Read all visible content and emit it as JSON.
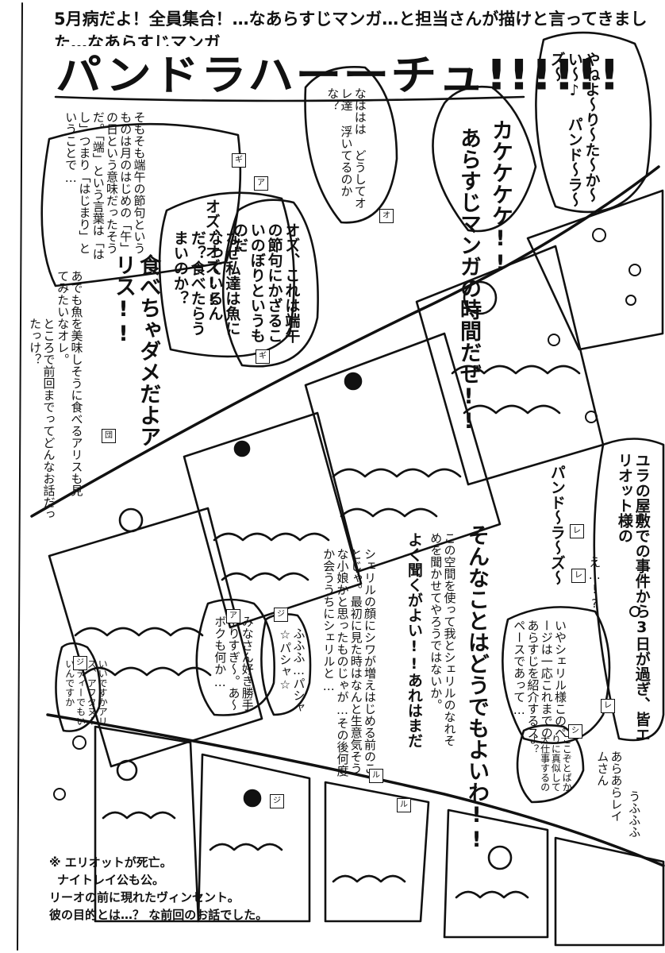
{
  "header": {
    "line": "5月病だよ！全員集合！…なあらすじマンガ…と担当さんが描けと言ってきました…なあらすじマンガ",
    "title": "パンドラハーーチュ!!!!!!"
  },
  "bubbles": {
    "intro_title": "カケケケケ!!",
    "intro_body": "あらすじマンガの時間だぜ!!",
    "yanne": "やねよ〜り〜た〜か〜い〜♪ パンド〜ラ〜ズ〜",
    "oz_question": "なははは どうしてオレ達 浮いてるのかな？",
    "alice_explain": "そもそも端午の節句というものは月のはじめの「午」の日という意味だったそうだ。「端」という言葉は「はし」つまり「はじまり」ということで…",
    "oz_ozu": "オズ、オズ!!",
    "oz_koinobori": "オズ、これは端午の節句にかざるこいのぼりというものだ",
    "why_fish": "なぜ私達は魚になっているんだ？食べたらうまいのか？",
    "alice_eat": "食べちゃダメだよアリス!!",
    "fish_delicious": "あでも魚を美味しそうに食べるアリスも見てみたいなオレ。",
    "last_time": "ところで前回までってどんなお話だったっけ？",
    "pandora_chorus": "パンド〜ラ〜ズ〜",
    "tonna": "そんなことはどうでもよいわ!!",
    "use_space": "この空間を使って我とシェリルのなれそめを聞かせてやろうではないか。",
    "listen": "よく聞くがよい!!あれはまだ",
    "story": "シェリルの顔にシワが増えはじめる前のことじゃ。最初に見た時はなんと生意気そうな小娘かと思ったものじゃが…その後何度か会ううちにシェリルと…",
    "eh": "え…!?",
    "recap_space": "いやシェリル様このページは一応これまでのあらすじを紹介するスペースであって…",
    "unle": "ユラの屋敷での事件から3日が過ぎ、皆エリオット様の",
    "minasan": "みなさん好き勝手やりすぎ〜。あ〜ボクも何か…",
    "fufu": "ふふふ…パシャ☆パシャ☆",
    "alias": "いいですかアリス、アフタヌーンティーでもいいんですか",
    "lily": "ここぞとばかりに真似して大仕事するのよ？",
    "ara": "あらあらレイムさん",
    "ufufu": "うふふふ"
  },
  "markers": [
    "ギ",
    "ア",
    "オ",
    "ギ",
    "団",
    "ア",
    "ジ",
    "ジ",
    "ル",
    "レ",
    "レ",
    "レ",
    "シ",
    "ジ",
    "ル"
  ],
  "footnote": {
    "lines": [
      "※ エリオットが死亡。",
      "ナイトレイ公も公。",
      "リーオの前に現れたヴィンセント。",
      "彼の目的とは…？ な前回のお話でした。"
    ]
  }
}
